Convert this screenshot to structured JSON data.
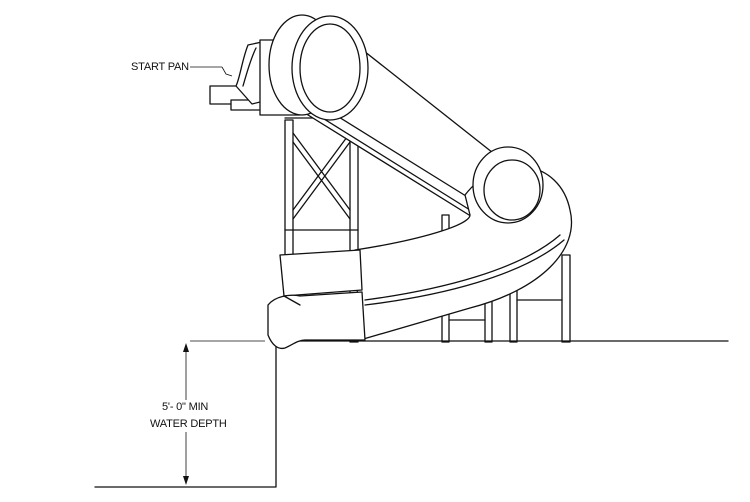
{
  "labels": {
    "start_pan": "START PAN",
    "depth_line_1": "5'- 0\" MIN",
    "depth_line_2": "WATER DEPTH"
  }
}
